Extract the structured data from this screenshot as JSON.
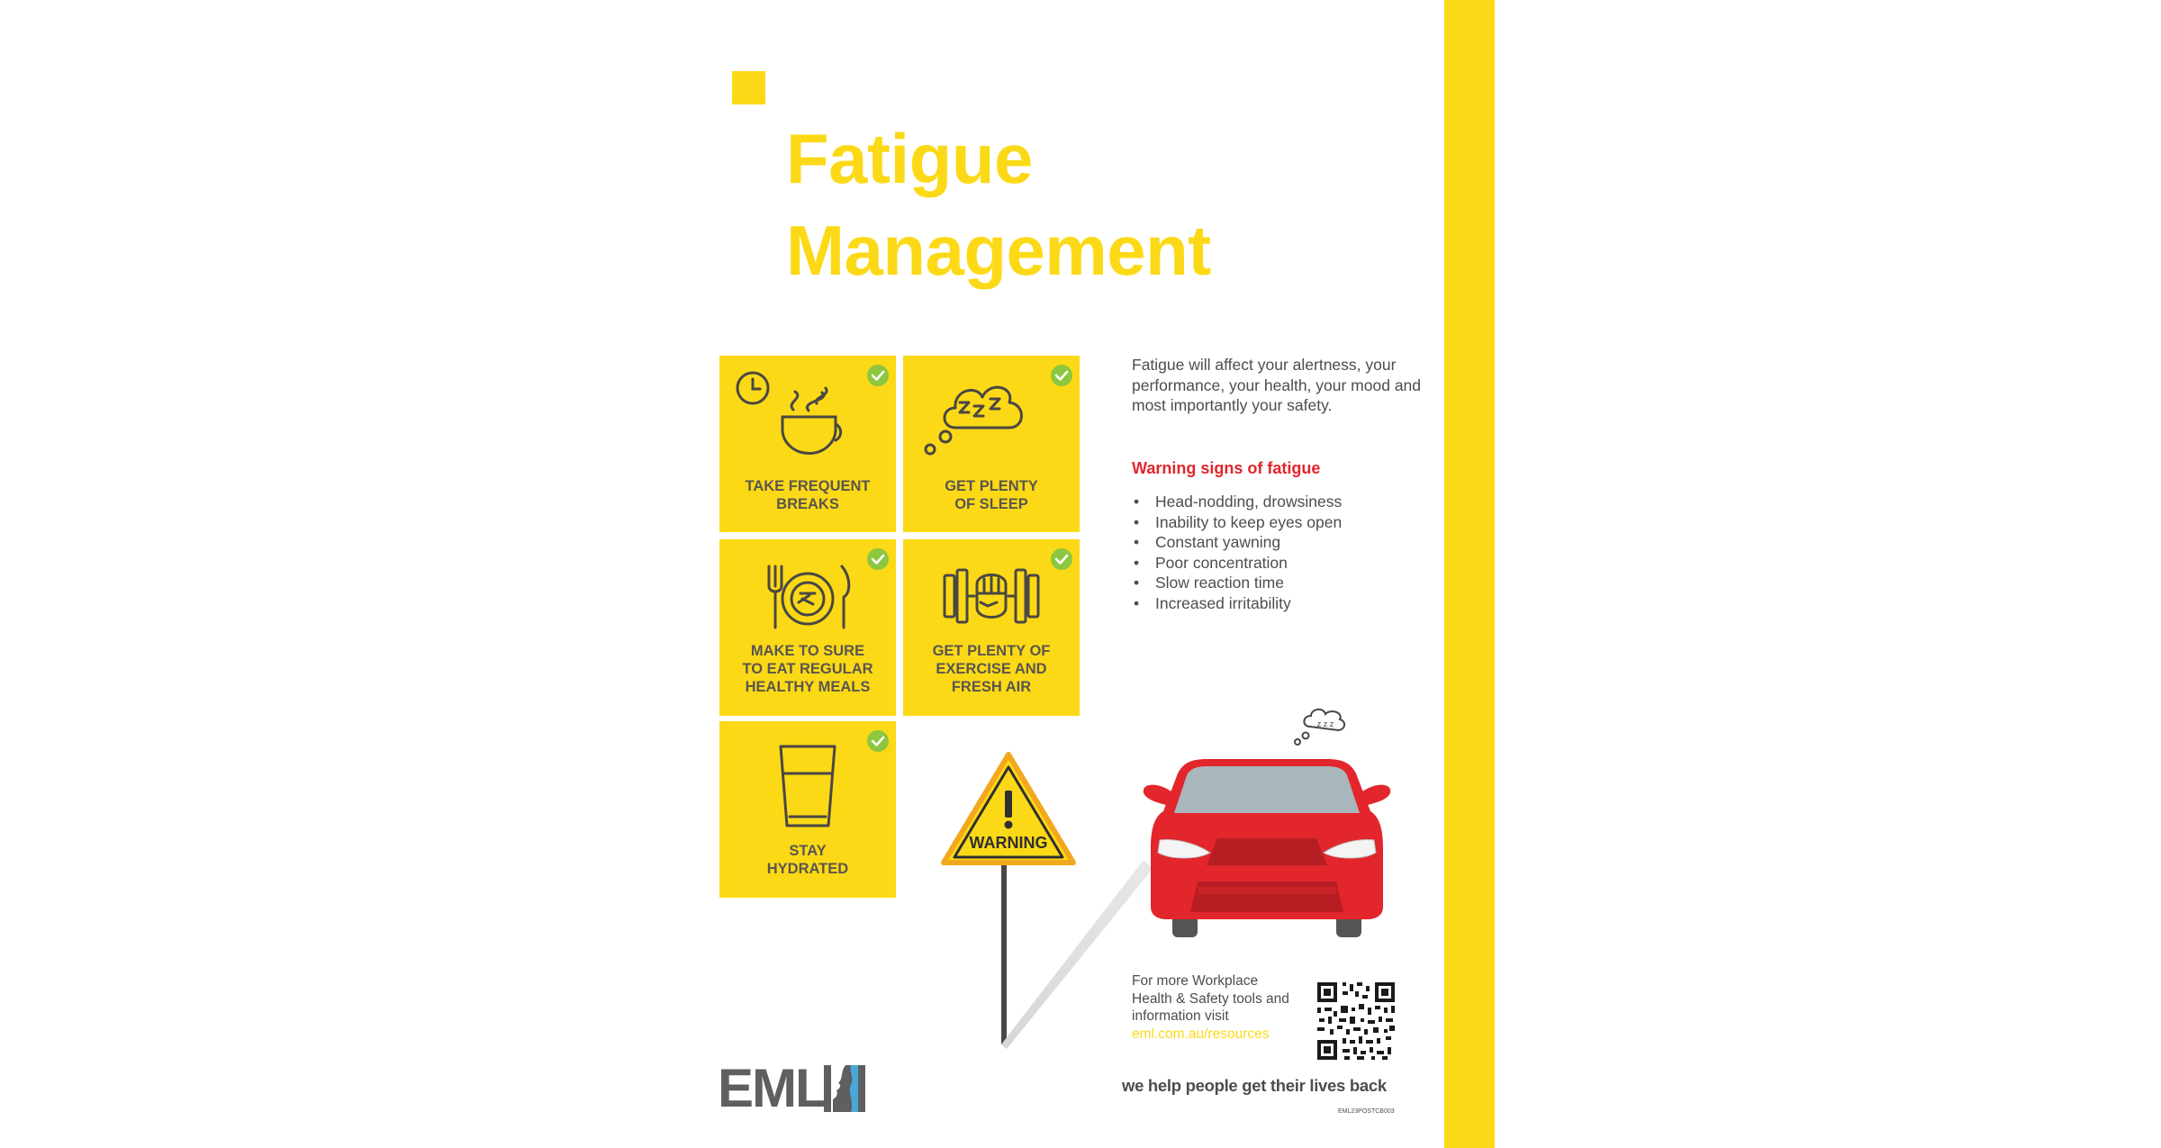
{
  "poster": {
    "title_line1": "Fatigue",
    "title_line2": "Management",
    "accent_color": "#FCD916",
    "warning_color": "#E2262C",
    "check_color": "#8DC63F"
  },
  "tiles": [
    {
      "label": "TAKE FREQUENT\nBREAKS",
      "icon": "coffee-cup-clock-icon"
    },
    {
      "label": "GET PLENTY\nOF SLEEP",
      "icon": "sleep-cloud-icon"
    },
    {
      "label": "MAKE TO SURE\nTO EAT REGULAR\nHEALTHY MEALS",
      "icon": "meal-plate-icon"
    },
    {
      "label": "GET PLENTY OF\nEXERCISE AND\nFRESH AIR",
      "icon": "dumbbell-fist-icon"
    },
    {
      "label": "STAY\nHYDRATED",
      "icon": "water-glass-icon"
    }
  ],
  "intro": "Fatigue will affect your alertness, your performance, your health, your mood and most importantly your safety.",
  "warning_signs": {
    "heading": "Warning signs of fatigue",
    "items": [
      "Head-nodding, drowsiness",
      "Inability to keep eyes open",
      "Constant yawning",
      "Poor concentration",
      "Slow reaction time",
      "Increased irritability"
    ]
  },
  "sign": {
    "text": "WARNING",
    "icon": "warning-sign-icon"
  },
  "car": {
    "icon": "drowsy-car-icon",
    "sleep_text": "z z z"
  },
  "footer": {
    "more_info": "For more Workplace Health & Safety tools and information visit",
    "link": "eml.com.au/resources",
    "tagline": "we help people get their lives back",
    "code": "EML23POSTCB003",
    "logo": "EML",
    "qr_icon": "qr-code-icon"
  }
}
